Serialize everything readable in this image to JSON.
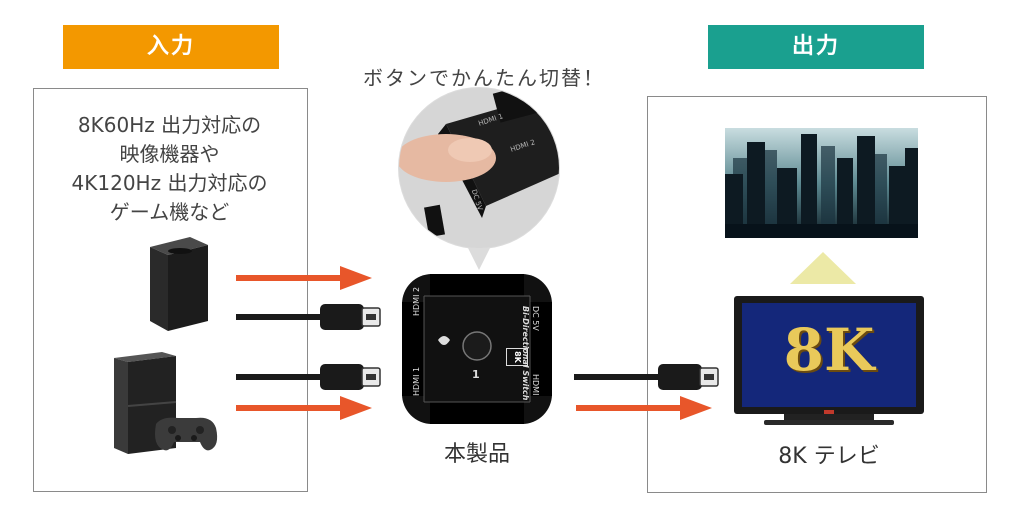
{
  "input": {
    "label": "入力",
    "description": [
      "8K60Hz 出力対応の",
      "映像機器や",
      "4K120Hz 出力対応の",
      "ゲーム機など"
    ]
  },
  "output": {
    "label": "出力",
    "tv_caption": "8K テレビ",
    "tv_screen_text": "8K"
  },
  "center": {
    "headline": "ボタンでかんたん切替！",
    "product_caption": "本製品",
    "device": {
      "port_hdmi2": "HDMI 2",
      "port_hdmi1": "HDMI 1",
      "port_hdmi": "HDMI",
      "port_dc": "DC 5V",
      "model_text": "Bi-Directional Switch",
      "badge_8k": "8K",
      "button_number": "1"
    },
    "photo": {
      "port_hdmi1": "HDMI 1",
      "port_hdmi2": "HDMI 2",
      "port_dc": "DC 5V"
    }
  },
  "colors": {
    "input_label_bg": "#f39800",
    "output_label_bg": "#1aa08f",
    "arrow": "#e8562a",
    "cable": "#1a1a1a",
    "device_body": "#111111",
    "tv_screen": "#14277a",
    "tv_text_gold": "#e9c95a",
    "triangle": "#ece9a6"
  }
}
